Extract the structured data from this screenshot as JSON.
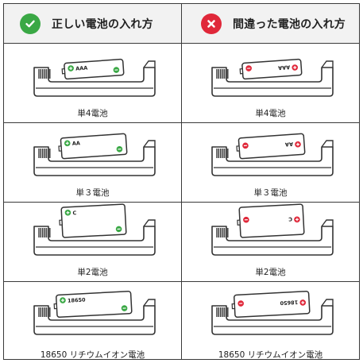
{
  "header": {
    "correct": {
      "icon": "check-circle-icon",
      "title": "正しい電池の入れ方",
      "color": "#3aa845"
    },
    "wrong": {
      "icon": "x-circle-icon",
      "title": "間違った電池の入れ方",
      "color": "#e0283a"
    }
  },
  "rows": [
    {
      "caption": "単4電池",
      "battery_label": "AAA",
      "correct_plus": "+",
      "correct_minus": "−"
    },
    {
      "caption": "単３電池",
      "battery_label": "AA"
    },
    {
      "caption": "単2電池",
      "battery_label": "C"
    },
    {
      "caption": "18650 リチウムイオン電池",
      "battery_label": "18650"
    }
  ],
  "colors": {
    "correct": "#3aa845",
    "wrong": "#e0283a",
    "border": "#3a3a3a",
    "header_bg": "#f2f2f2"
  }
}
